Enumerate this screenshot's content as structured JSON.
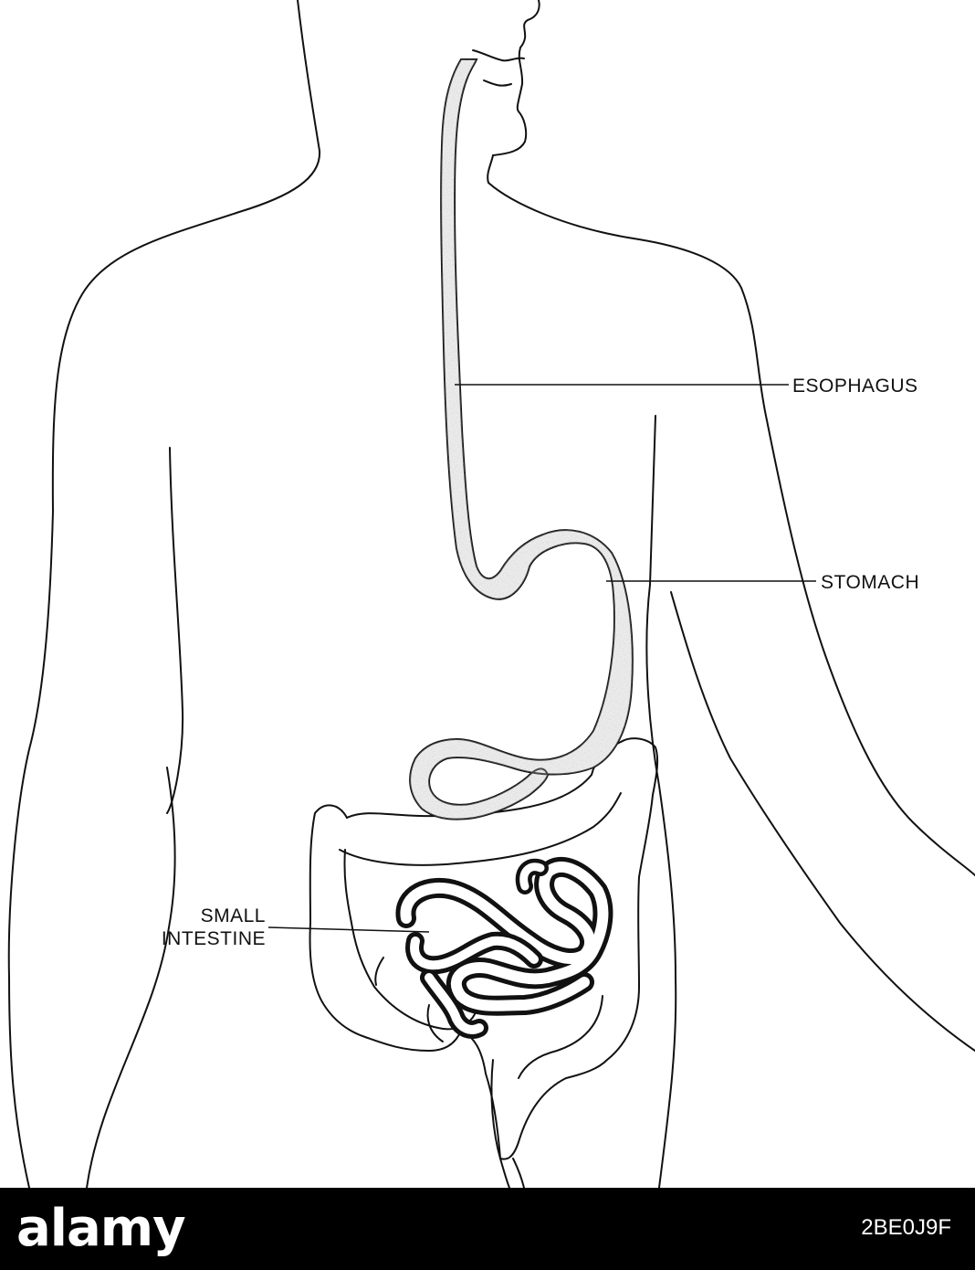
{
  "labels": {
    "esophagus": "ESOPHAGUS",
    "stomach": "STOMACH",
    "small_intestine_line1": "SMALL",
    "small_intestine_line2": "INTESTINE"
  },
  "watermark": {
    "logo": "alamy",
    "image_id": "2BE0J9F"
  },
  "colors": {
    "line": "#111111",
    "organ_shading": "#222222",
    "background": "#ffffff",
    "footer": "#000000"
  }
}
